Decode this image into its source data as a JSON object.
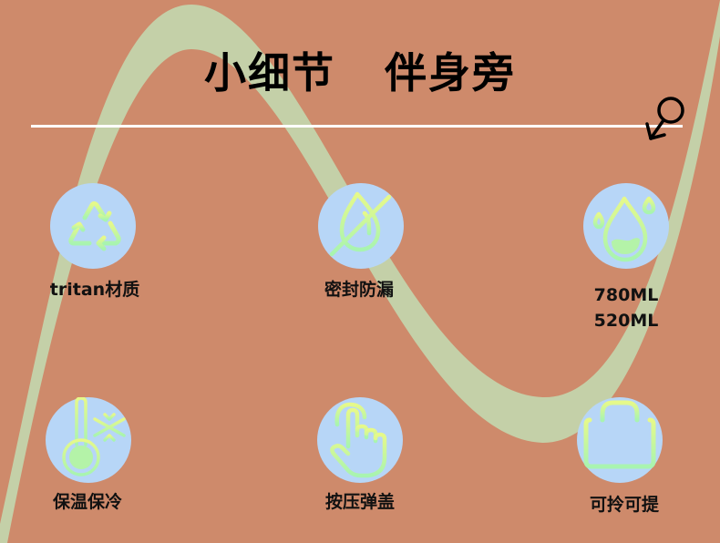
{
  "header": {
    "title": "小细节   伴身旁"
  },
  "colors": {
    "background": "#CE8A6B",
    "wave": "#C4D0A8",
    "circle": "#B7D6F7",
    "icon_gradient_start": "#E6F98A",
    "icon_gradient_end": "#A8F4B0",
    "text": "#111111",
    "divider": "#FFFFFF"
  },
  "features": [
    {
      "icon": "recycle-icon",
      "label": "tritan材质"
    },
    {
      "icon": "no-leak-drop-icon",
      "label": "密封防漏"
    },
    {
      "icon": "water-drop-icon",
      "label_line1": "780ML",
      "label_line2": "520ML"
    },
    {
      "icon": "thermometer-snowflake-icon",
      "label": "保温保冷"
    },
    {
      "icon": "press-finger-icon",
      "label": "按压弹盖"
    },
    {
      "icon": "handbag-icon",
      "label": "可拎可提"
    }
  ]
}
